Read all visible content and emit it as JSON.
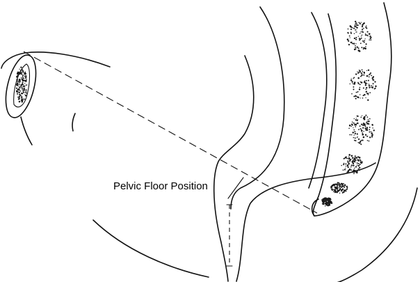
{
  "diagram": {
    "label": "Pelvic Floor Position",
    "colors": {
      "line": "#111111",
      "background": "#ffffff",
      "bone_stipple": "#1a1a1a"
    },
    "structures": [
      "pubic-bone-section",
      "lumbosacral-vertebrae",
      "coccyx",
      "pubococcygeal-line",
      "pelvic-floor-marker",
      "buttock-contour",
      "anal-canal"
    ]
  }
}
